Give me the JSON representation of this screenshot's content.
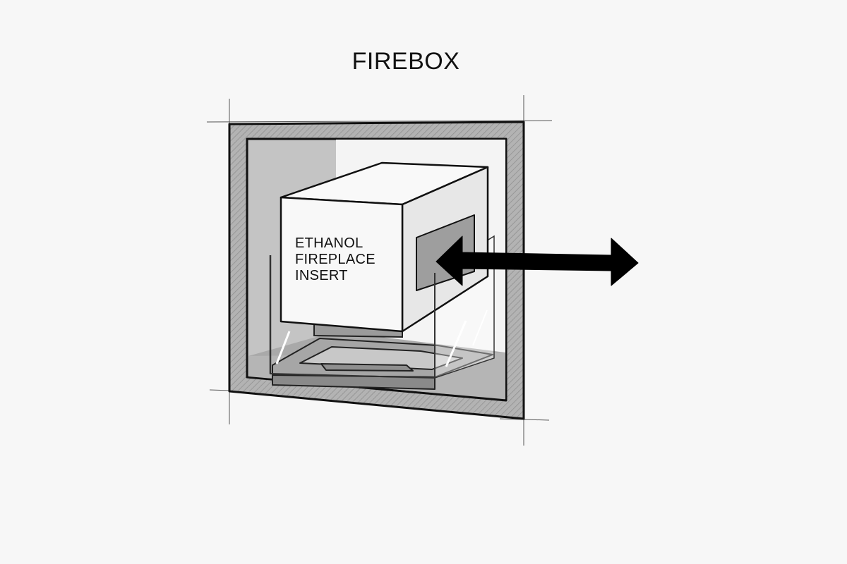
{
  "title": "FIREBOX",
  "insert_label": [
    "ETHANOL",
    "FIREPLACE",
    "INSERT"
  ],
  "colors": {
    "background": "#f7f7f7",
    "outline": "#111111",
    "wall": "#b0b0b0",
    "cavity": "#a9a9a9",
    "insert_face": "#f8f8f8",
    "insert_side": "#e8e8e8",
    "arrow": "#000000"
  },
  "icons": [
    "double-headed-arrow-icon"
  ]
}
